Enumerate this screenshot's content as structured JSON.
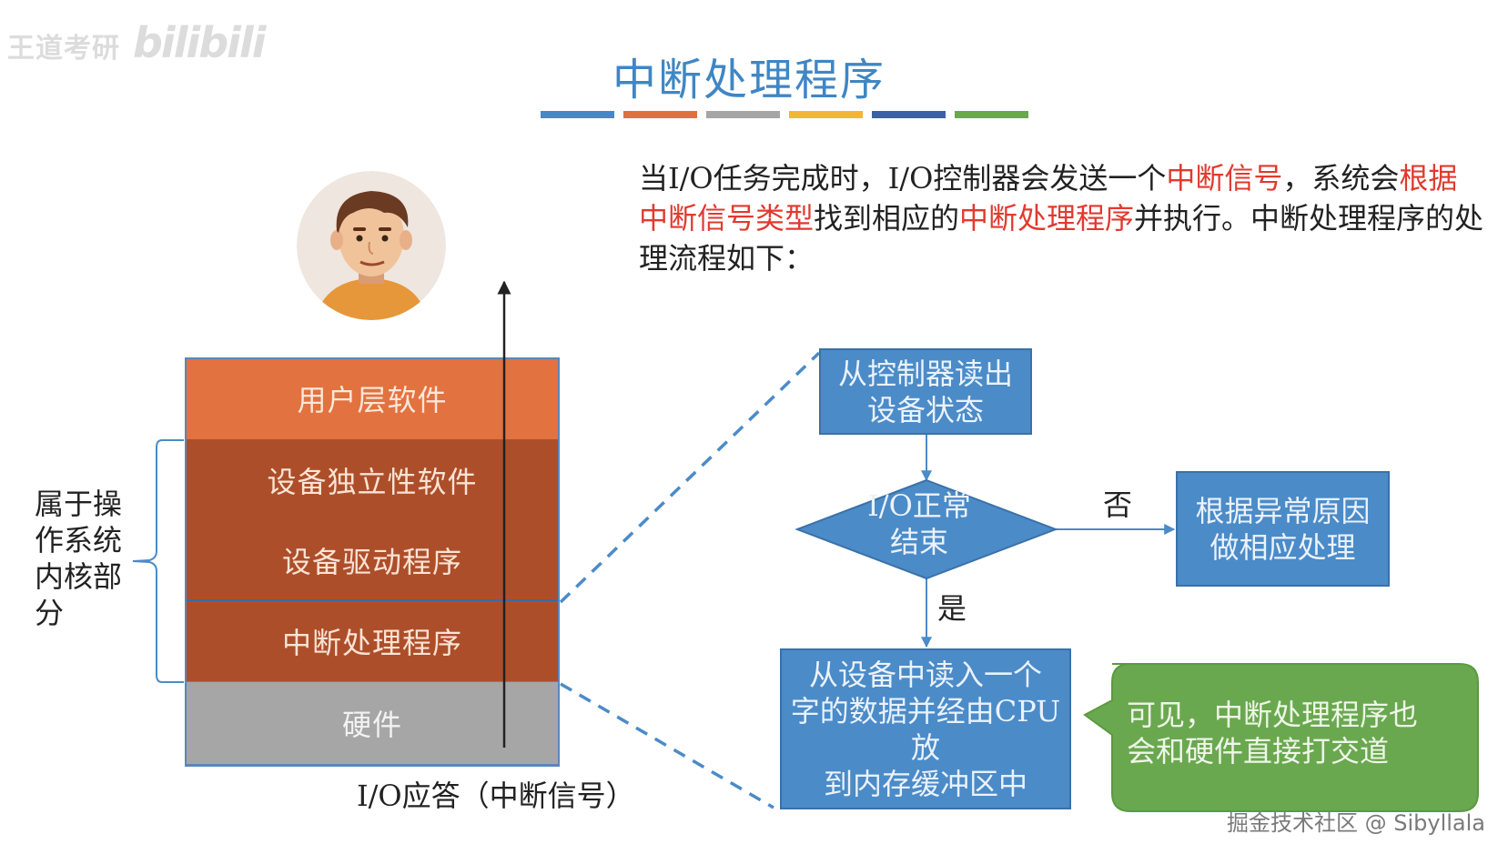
{
  "watermark": {
    "left_text": "王道考研",
    "left_logo": "bilibili",
    "right_text": "掘金技术社区 @ Sibyllala"
  },
  "title": "中断处理程序",
  "title_bar_colors": [
    "#4a86c5",
    "#e0703c",
    "#a5a5a5",
    "#f2b632",
    "#3b5fa8",
    "#6aa84f"
  ],
  "intro": {
    "parts": [
      {
        "text": "当I/O任务完成时，I/O控制器会发送一个",
        "highlight": false
      },
      {
        "text": "中断信号",
        "highlight": true
      },
      {
        "text": "，系统会",
        "highlight": false
      },
      {
        "text": "根据中断信号类型",
        "highlight": true
      },
      {
        "text": "找到相应的",
        "highlight": false
      },
      {
        "text": "中断处理程序",
        "highlight": true
      },
      {
        "text": "并执行。中断处理程序的处理流程如下：",
        "highlight": false
      }
    ],
    "highlight_color": "#e03a2f"
  },
  "stack": {
    "user_layer": "用户层软件",
    "independent_layer": "设备独立性软件",
    "driver_layer": "设备驱动程序",
    "interrupt_layer": "中断处理程序",
    "hardware_layer": "硬件"
  },
  "os_label": "属于操作系统内核部分",
  "io_answer": "I/O应答（中断信号）",
  "flow": {
    "read_status": "从控制器读出设备状态",
    "decision": "I/O正常结束",
    "no_label": "否",
    "yes_label": "是",
    "handle_error": "根据异常原因做相应处理",
    "move_data": "从设备中读入一个字的数据并经由CPU放到内存缓冲区中"
  },
  "note": "可见，中断处理程序也会和硬件直接打交道",
  "colors": {
    "title": "#3f86c4",
    "user_layer": "#e2723f",
    "kernel_layer": "#ad4e2a",
    "hardware_layer": "#a6a6a6",
    "flow_box": "#4b8bc8",
    "note_bubble": "#6aa84f"
  },
  "icons": [
    "person-avatar-icon",
    "mouse-cursor-icon",
    "arrow-up-icon"
  ]
}
